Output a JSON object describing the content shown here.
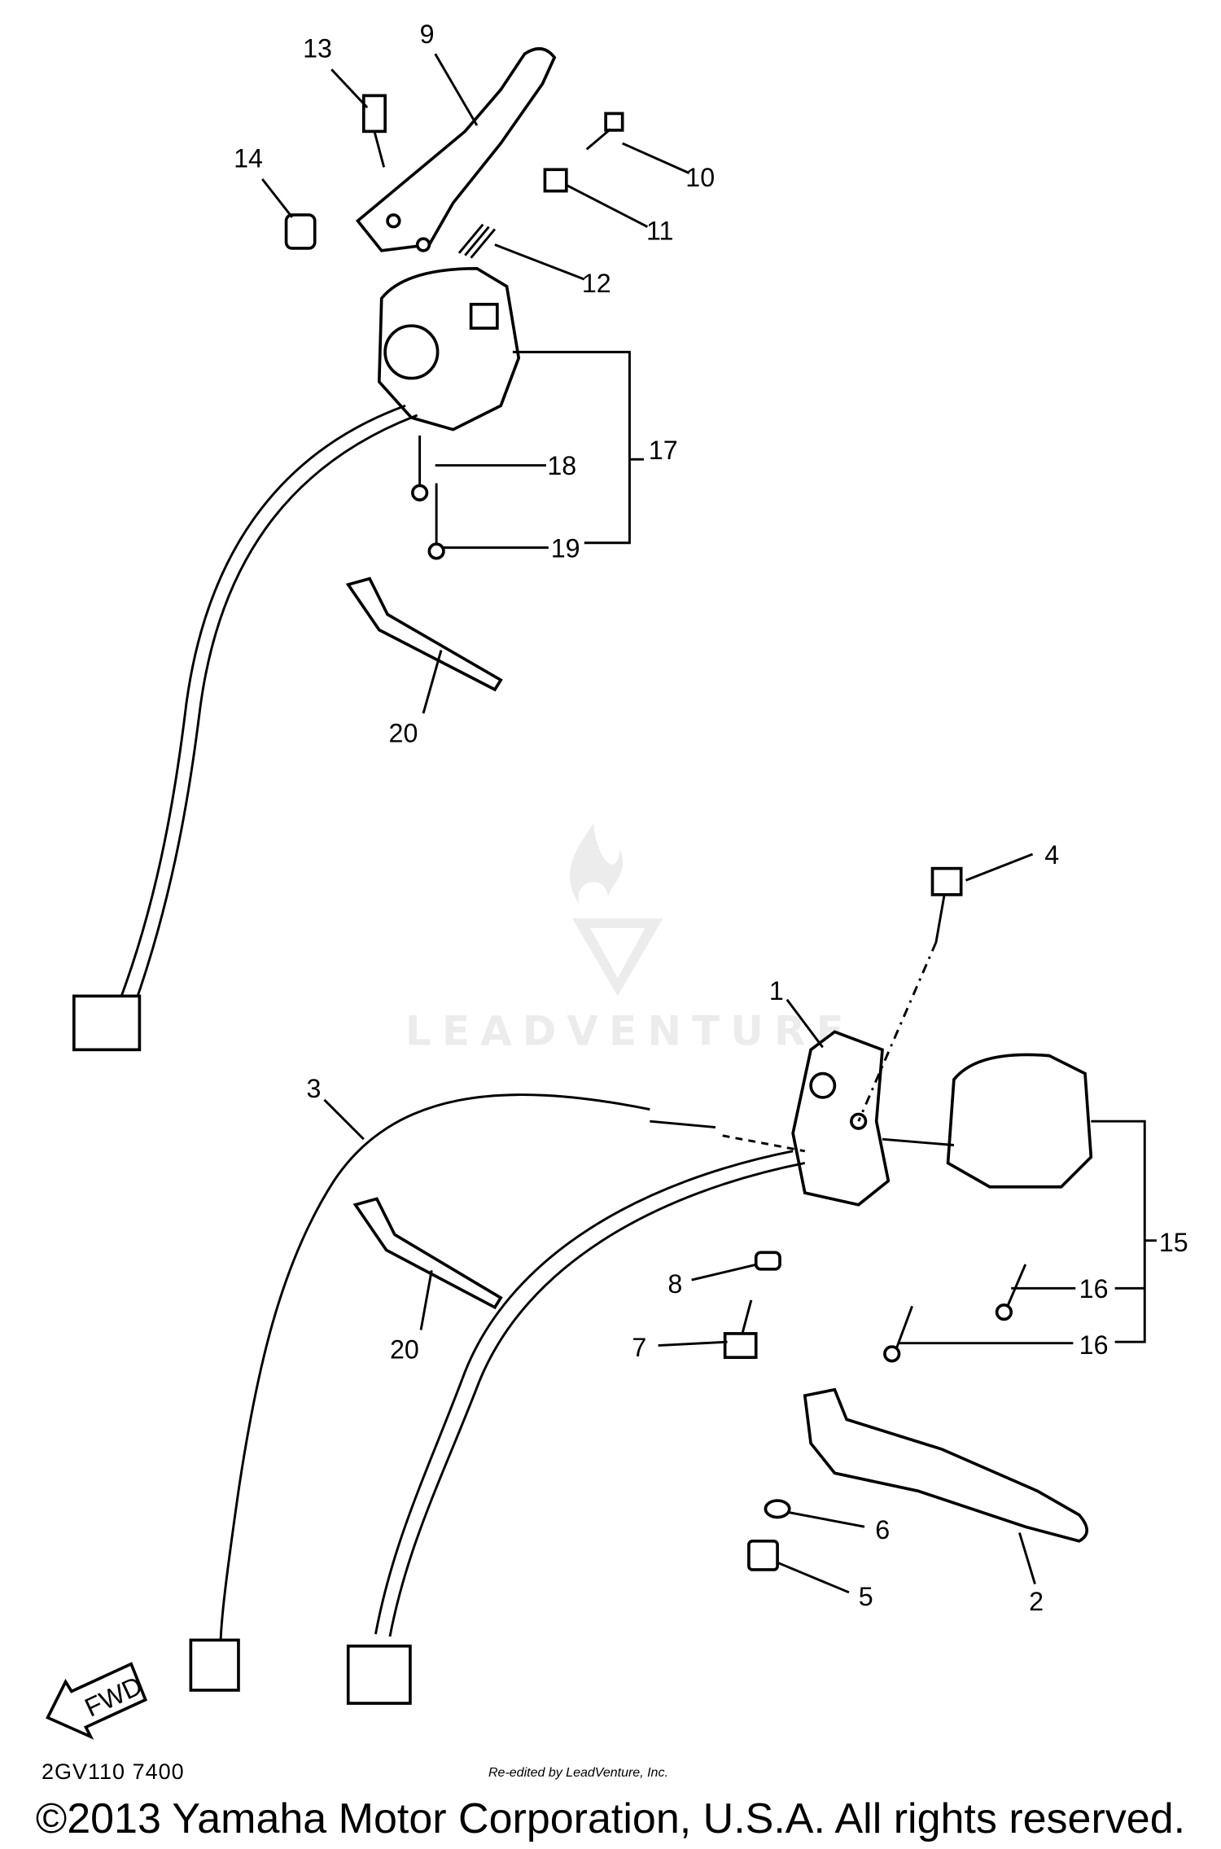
{
  "diagram": {
    "callouts": {
      "c1": "1",
      "c2": "2",
      "c3": "3",
      "c4": "4",
      "c5": "5",
      "c6": "6",
      "c7": "7",
      "c8": "8",
      "c9": "9",
      "c10": "10",
      "c11": "11",
      "c12": "12",
      "c13": "13",
      "c14": "14",
      "c15": "15",
      "c16a": "16",
      "c16b": "16",
      "c17": "17",
      "c18": "18",
      "c19": "19",
      "c20a": "20",
      "c20b": "20"
    },
    "fwd_arrow_label": "FWD",
    "diagram_code": "2GV110 7400",
    "watermark": "LEADVENTURE",
    "copyright": "©2013 Yamaha Motor Corporation, U.S.A. All rights reserved.",
    "reedit_note": "Re-edited by LeadVenture, Inc."
  }
}
